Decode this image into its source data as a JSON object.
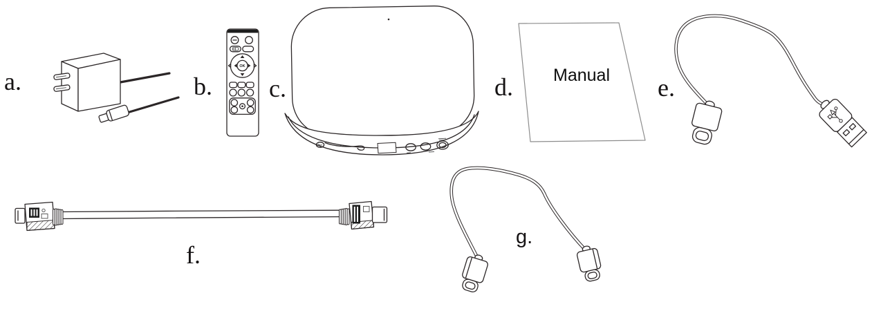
{
  "figure_type": "package-contents-line-diagram",
  "background_color": "#ffffff",
  "line_color": "#2b2627",
  "items": [
    {
      "id": "a",
      "label": "a.",
      "name": "power-adapter"
    },
    {
      "id": "b",
      "label": "b.",
      "name": "remote-control",
      "ok_button_label": "OK"
    },
    {
      "id": "c",
      "label": "c.",
      "name": "tv-box"
    },
    {
      "id": "d",
      "label": "d.",
      "name": "user-manual",
      "cover_text": "Manual"
    },
    {
      "id": "e",
      "label": "e.",
      "name": "usb-a-to-usb-c-cable"
    },
    {
      "id": "f",
      "label": "f.",
      "name": "hdmi-cable"
    },
    {
      "id": "g",
      "label": "g.",
      "name": "usb-c-to-usb-c-cable"
    }
  ]
}
